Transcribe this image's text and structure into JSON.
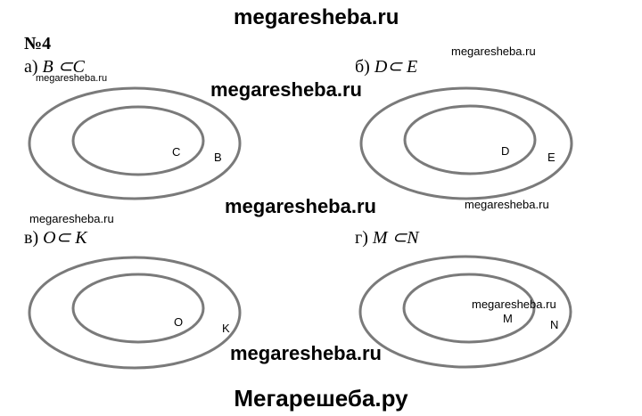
{
  "header": {
    "site": "megaresheba.ru"
  },
  "problem": {
    "number": "№4"
  },
  "diagrams": [
    {
      "mark": "а)",
      "expr": "B ⊂C",
      "outer": "B",
      "inner": "C"
    },
    {
      "mark": "б)",
      "expr": "D⊂ E",
      "outer": "E",
      "inner": "D"
    },
    {
      "mark": "в)",
      "expr": "O⊂ K",
      "outer": "K",
      "inner": "O"
    },
    {
      "mark": "г)",
      "expr": "M ⊂N",
      "outer": "N",
      "inner": "M"
    }
  ],
  "watermarks": {
    "big": "megaresheba.ru",
    "small": "megaresheba.ru"
  },
  "footer": {
    "text": "Мегарешеба.ру"
  },
  "colors": {
    "ellipse_stroke": "#7a7a7a",
    "text": "#000000",
    "background": "#ffffff"
  }
}
